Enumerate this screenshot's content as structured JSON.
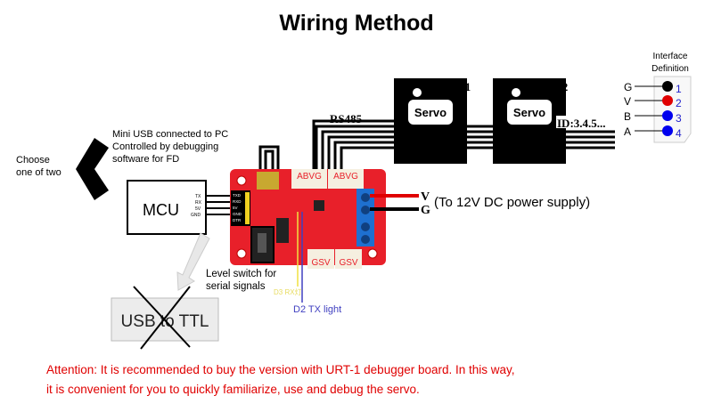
{
  "title": "Wiring Method",
  "servos": [
    {
      "label": "Servo",
      "id": "ID:1"
    },
    {
      "label": "Servo",
      "id": "ID:2"
    }
  ],
  "more_ids": "ID:3.4.5...",
  "bus_label": "RS485",
  "interface": {
    "title_line1": "Interface",
    "title_line2": "Definition",
    "pins": [
      {
        "name": "G",
        "num": "1",
        "color": "#000000"
      },
      {
        "name": "V",
        "num": "2",
        "color": "#e00000"
      },
      {
        "name": "B",
        "num": "3",
        "color": "#0000ee"
      },
      {
        "name": "A",
        "num": "4",
        "color": "#0000ee"
      }
    ]
  },
  "choose": {
    "line1": "Choose",
    "line2": "one of two"
  },
  "usb_note": {
    "line1": "Mini USB connected to PC",
    "line2": "Controlled by debugging",
    "line3": "software for FD"
  },
  "mcu": {
    "label": "MCU",
    "pins": [
      "TX",
      "RX",
      "5V",
      "GND"
    ]
  },
  "board": {
    "pins": [
      "TXD",
      "RXD",
      "5V",
      "GND",
      "DTR"
    ],
    "top_ports": [
      "ABVG",
      "ABVG"
    ],
    "bottom_ports": [
      "GSV",
      "GSV"
    ]
  },
  "power": {
    "v": "V",
    "g": "G",
    "label": "(To 12V DC power supply)"
  },
  "level_switch": {
    "line1": "Level switch for",
    "line2": "serial signals"
  },
  "d3_label": "D3 RX灯",
  "d2_label": "D2 TX light",
  "usb_ttl": "USB to TTL",
  "attention": {
    "line1": "Attention: It is recommended to buy the version with URT-1 debugger board. In this way,",
    "line2": "it is convenient for you to quickly familiarize, use and debug the servo."
  }
}
